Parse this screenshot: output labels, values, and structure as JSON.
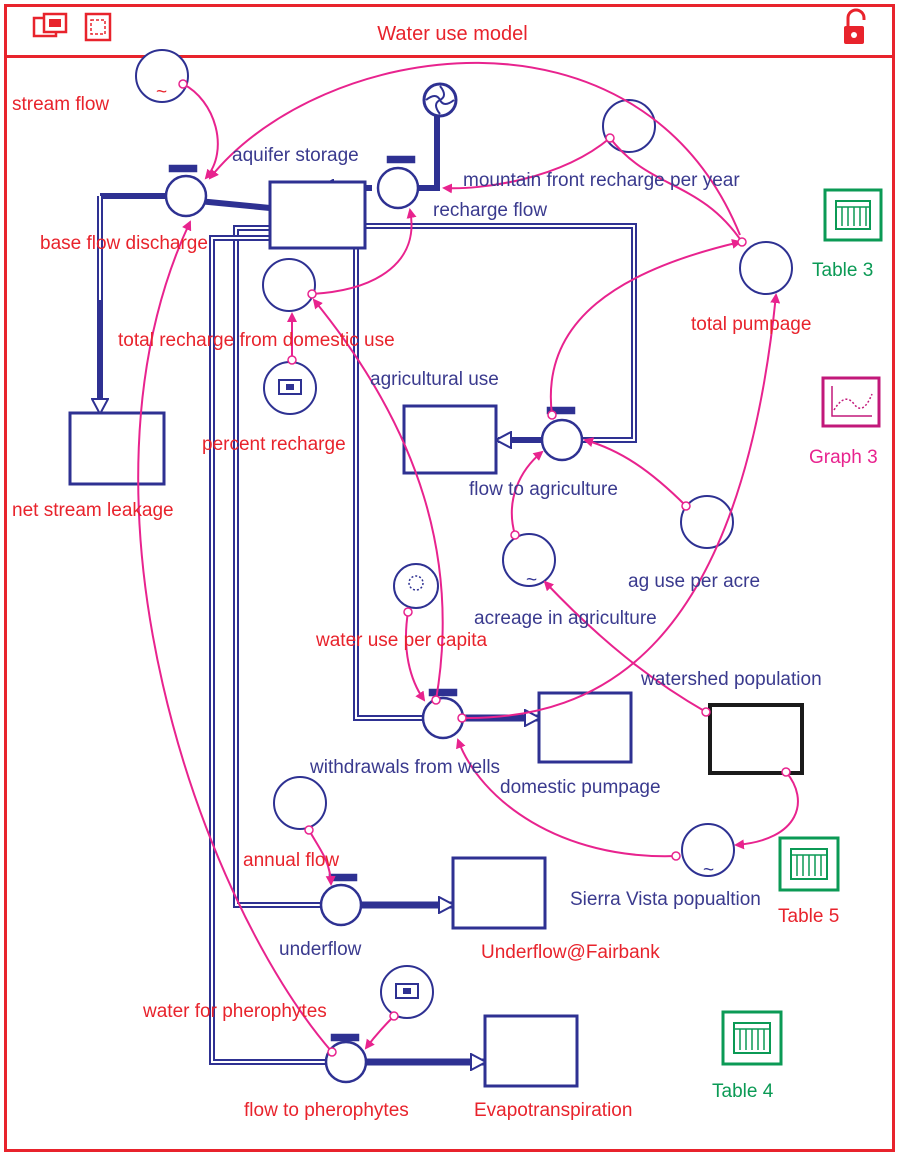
{
  "window": {
    "title": "Water use model",
    "icons": [
      "stack-windows-icon",
      "page-icon",
      "unlock-icon"
    ]
  },
  "colors": {
    "frame": "#e8232c",
    "flow": "#2e3192",
    "connector": "#e8238e",
    "red_label": "#e8232c",
    "blue_label": "#3a3a8e",
    "green_label": "#0b9a55",
    "pink_label": "#e8238e"
  },
  "stocks": {
    "aquifer_storage": "aquifer storage",
    "net_stream_leakage": "net stream leakage",
    "agricultural_use": "agricultural use",
    "domestic_pumpage": "domestic pumpage",
    "watershed_population": "watershed population",
    "underflow_fairbank": "Underflow@Fairbank",
    "evapotranspiration": "Evapotranspiration"
  },
  "flows": {
    "base_flow_discharge": "base flow discharge",
    "recharge_flow": "recharge flow",
    "flow_to_agriculture": "flow to agriculture",
    "withdrawals_from_wells": "withdrawals from wells",
    "underflow": "underflow",
    "flow_to_pherophytes": "flow to pherophytes"
  },
  "converters": {
    "stream_flow": "stream flow",
    "mountain_front_recharge": "mountain front recharge per year",
    "total_pumpage": "total pumpage",
    "total_recharge_domestic": "total recharge from domestic use",
    "percent_recharge": "percent recharge",
    "ag_use_per_acre": "ag use per acre",
    "acreage_in_agriculture": "acreage in agriculture",
    "water_use_per_capita": "water use per capita",
    "annual_flow": "annual flow",
    "sierra_vista_population": "Sierra Vista popualtion",
    "water_for_pherophytes": "water for pherophytes"
  },
  "outputs": {
    "table3": "Table 3",
    "graph3": "Graph 3",
    "table5": "Table 5",
    "table4": "Table 4"
  }
}
